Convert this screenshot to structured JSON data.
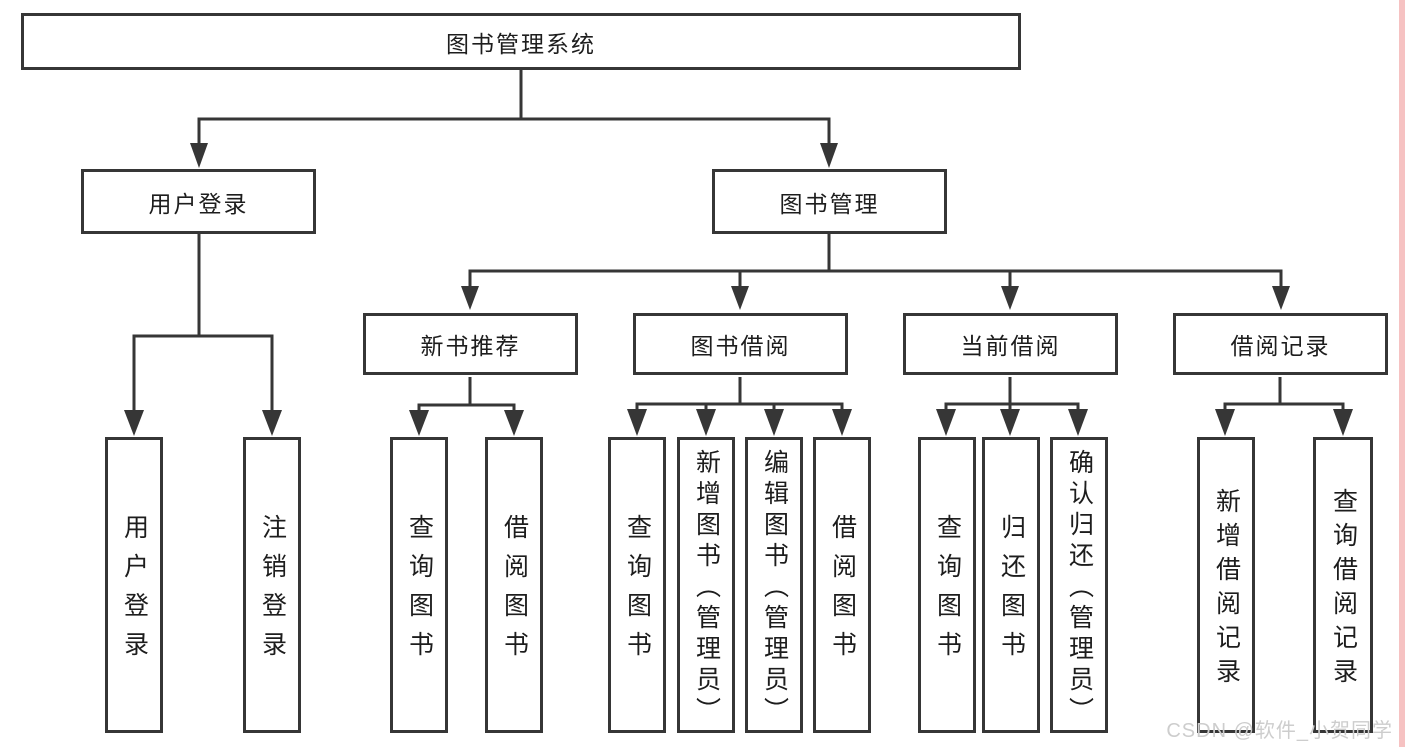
{
  "diagram": {
    "type": "hierarchy-tree",
    "title": "图书管理系统"
  },
  "colors": {
    "line": "#363636",
    "box_background": "#ffffff",
    "text": "#1d1d1d",
    "watermark": "#cdcdcd",
    "right_edge_strip": "#f6c2c2"
  },
  "tree": {
    "label": "图书管理系统",
    "children": [
      {
        "label": "用户登录",
        "children": [
          {
            "label": "用户登录"
          },
          {
            "label": "注销登录"
          }
        ]
      },
      {
        "label": "图书管理",
        "children": [
          {
            "label": "新书推荐",
            "children": [
              {
                "label": "查询图书"
              },
              {
                "label": "借阅图书"
              }
            ]
          },
          {
            "label": "图书借阅",
            "children": [
              {
                "label": "查询图书"
              },
              {
                "label": "新增图书（管理员）"
              },
              {
                "label": "编辑图书（管理员）"
              },
              {
                "label": "借阅图书"
              }
            ]
          },
          {
            "label": "当前借阅",
            "children": [
              {
                "label": "查询图书"
              },
              {
                "label": "归还图书"
              },
              {
                "label": "确认归还（管理员）"
              }
            ]
          },
          {
            "label": "借阅记录",
            "children": [
              {
                "label": "新增借阅记录"
              },
              {
                "label": "查询借阅记录"
              }
            ]
          }
        ]
      }
    ]
  },
  "watermark": {
    "text": "CSDN @软件_小贺同学"
  }
}
